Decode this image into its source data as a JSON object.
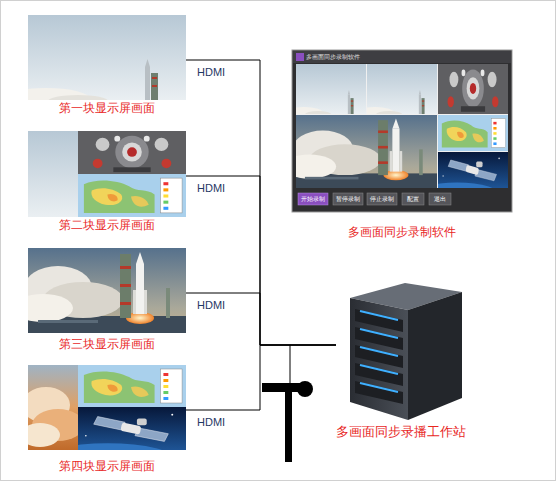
{
  "diagram": {
    "nodes": [
      {
        "text": [
          "第一块显示屏画面"
        ]
      },
      {
        "text": [
          "第二块显示屏画面"
        ]
      },
      {
        "text": [
          "第三块显示屏画面"
        ]
      },
      {
        "text": [
          "第四块显示屏画面"
        ]
      },
      {
        "text": [
          "多画面同步录制软件"
        ]
      },
      {
        "text": [
          "多画面同步录播工作站"
        ]
      }
    ],
    "edges": [
      {
        "from": 0,
        "to": 5,
        "label": "HDMI",
        "arrow": "none"
      },
      {
        "from": 1,
        "to": 5,
        "label": "HDMI",
        "arrow": "none"
      },
      {
        "from": 2,
        "to": 5,
        "label": "HDMI",
        "arrow": "none"
      },
      {
        "from": 3,
        "to": 5,
        "label": "HDMI",
        "arrow": "none"
      }
    ],
    "labels": [
      "多画面同步录制软件",
      "开始录制",
      "暂停录制",
      "停止录制",
      "配置",
      "退出"
    ]
  }
}
